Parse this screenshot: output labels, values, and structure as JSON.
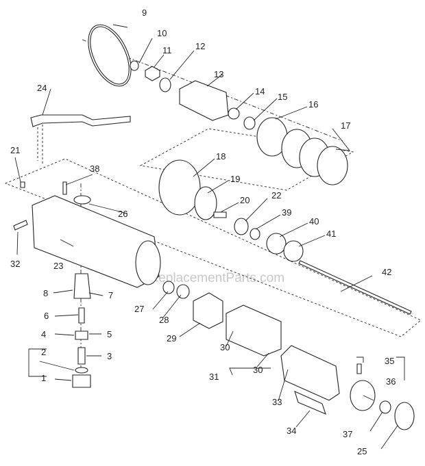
{
  "watermark": "eReplacementParts.com",
  "labels": [
    "1",
    "2",
    "3",
    "4",
    "5",
    "6",
    "7",
    "8",
    "9",
    "10",
    "11",
    "12",
    "13",
    "14",
    "15",
    "16",
    "17",
    "18",
    "19",
    "20",
    "21",
    "22",
    "23",
    "24",
    "25",
    "26",
    "27",
    "28",
    "29",
    "30",
    "30",
    "31",
    "32",
    "33",
    "34",
    "35",
    "36",
    "37",
    "38",
    "39",
    "40",
    "41",
    "42"
  ]
}
